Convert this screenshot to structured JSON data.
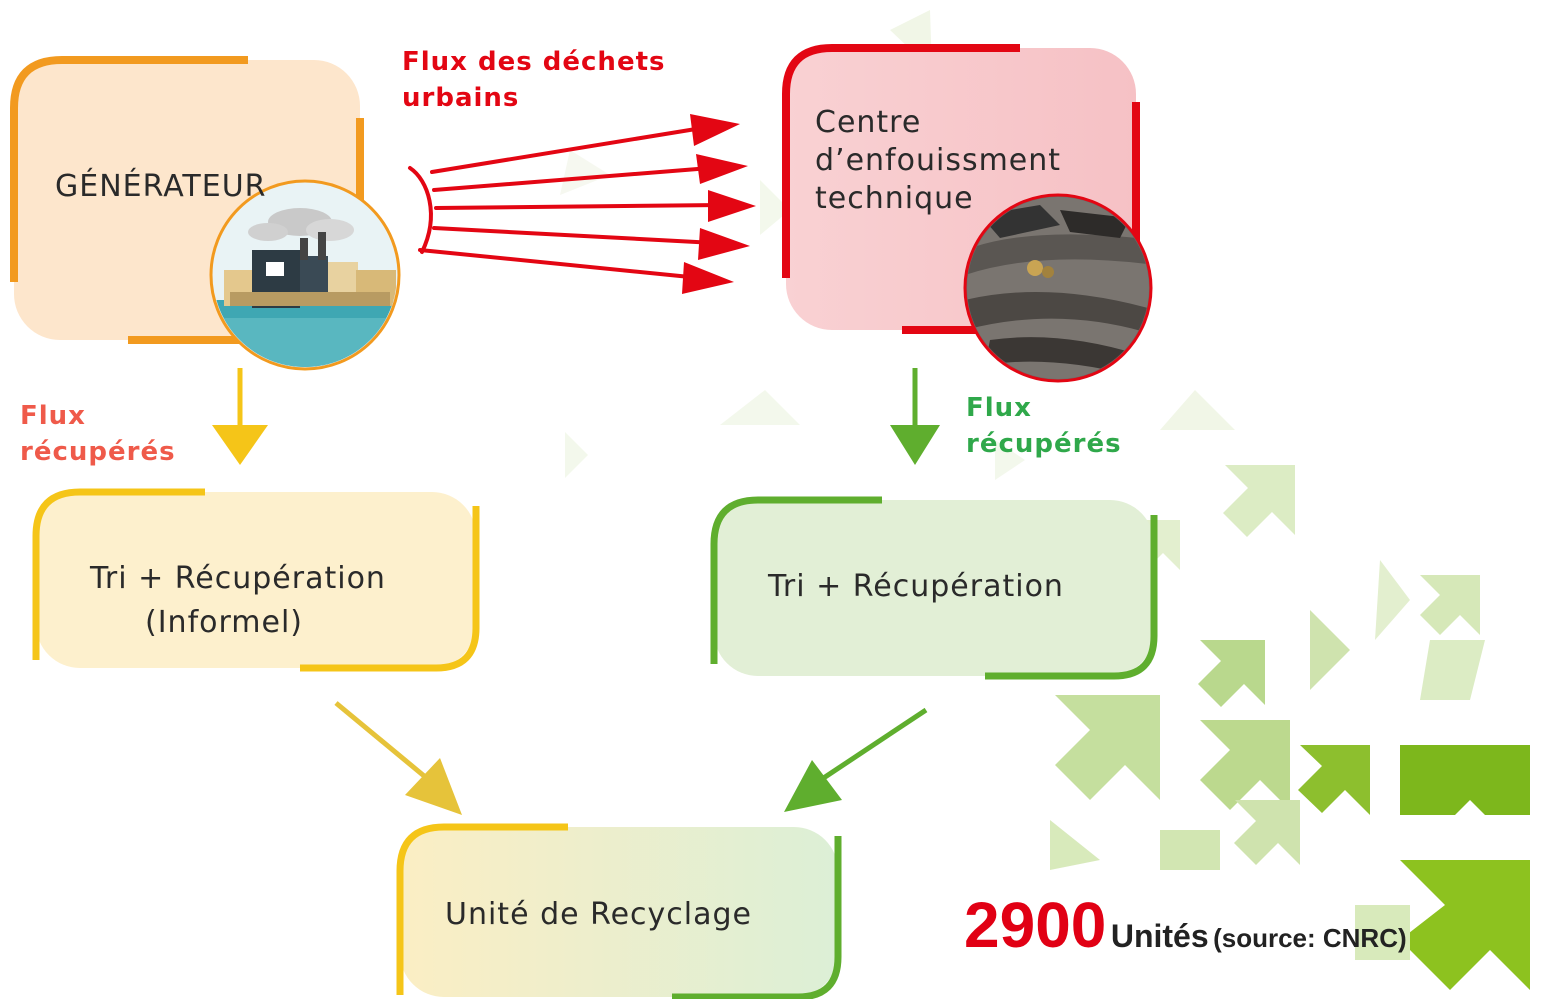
{
  "nodes": {
    "generator": "GÉNÉRATEUR",
    "landfill": [
      "Centre",
      "d’enfouissment",
      "technique"
    ],
    "informal_sort": [
      "Tri + Récupération",
      "(Informel)"
    ],
    "formal_sort": "Tri + Récupération",
    "recycling": "Unité de Recyclage"
  },
  "flows": {
    "urban_waste": [
      "Flux des déchets",
      "urbains"
    ],
    "recovered_left": [
      "Flux",
      "récupérés"
    ],
    "recovered_right": [
      "Flux",
      "récupérés"
    ]
  },
  "stat": {
    "value": "2900",
    "unit": "Unités",
    "source": "(source: CNRC)"
  },
  "colors": {
    "red": "#e30613",
    "orange": "#f29a1f",
    "yellow": "#f5c518",
    "green": "#5fae2e",
    "generator_fill": "#fde6cc",
    "landfill_fill": "#f8c9cc",
    "informal_fill": "#fdf0cd",
    "formal_fill": "#e2efd6"
  }
}
